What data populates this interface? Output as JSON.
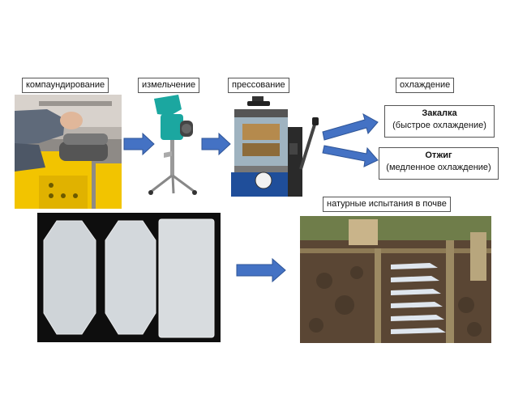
{
  "labels": {
    "compounding": "компаундирование",
    "grinding": "измельчение",
    "pressing": "прессование",
    "cooling": "охлаждение",
    "field_test": "натурные испытания в почве"
  },
  "quench": {
    "title": "Закалка",
    "subtitle": "(быстрое охлаждение)"
  },
  "anneal": {
    "title": "Отжиг",
    "subtitle": "(медленное охлаждение)"
  },
  "colors": {
    "arrow": "#4472C4",
    "arrow_border": "#2F5597",
    "machine_yellow": "#F2C400",
    "grinder_teal": "#1BA7A0",
    "press_blue": "#1F4E9A"
  }
}
